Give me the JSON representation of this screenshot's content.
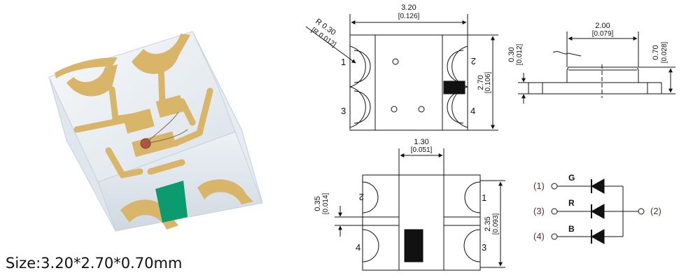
{
  "product_photo": {
    "size_caption": "Size:3.20*2.70*0.70mm",
    "colors": {
      "body": "#e9eef3",
      "pad": "#d9b56a",
      "cathode_mark": "#0c9a6f"
    }
  },
  "top_view": {
    "width_dim": "3.20",
    "width_dim_in": "[0.126]",
    "radius_dim": "R 0.30",
    "radius_dim_in": "[R 0.012]",
    "height_dim": "2.70",
    "height_dim_in": "[0.106]",
    "pin_labels": [
      "1",
      "2",
      "3",
      "4"
    ]
  },
  "side_view": {
    "width_dim": "2.00",
    "width_dim_in": "[0.079]",
    "total_height_dim": "0.70",
    "total_height_dim_in": "[0.028]",
    "pcb_thickness_dim": "0.30",
    "pcb_thickness_dim_in": "[0.012]"
  },
  "bottom_view": {
    "gap_dim": "1.30",
    "gap_dim_in": "[0.051]",
    "pad_gap_dim": "0.35",
    "pad_gap_dim_in": "[0.014]",
    "height_dim": "2.35",
    "height_dim_in": "[0.093]",
    "pin_labels": [
      "2",
      "1",
      "4",
      "3"
    ]
  },
  "schematic": {
    "leds": [
      {
        "color": "G",
        "pin": "(1)"
      },
      {
        "color": "R",
        "pin": "(3)"
      },
      {
        "color": "B",
        "pin": "(4)"
      }
    ],
    "common_pin": "(2)"
  }
}
